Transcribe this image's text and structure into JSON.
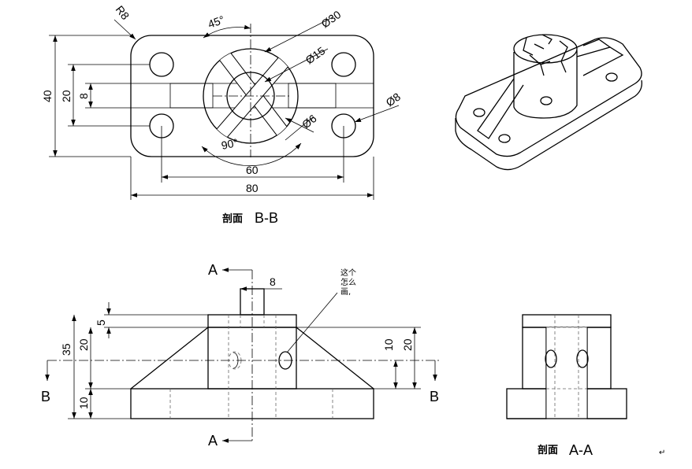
{
  "section_bb": {
    "title_cn": "剖面",
    "title_letters": "B-B",
    "dim_r8": "R8",
    "dim_45": "45°",
    "dim_d30": "Ø30",
    "dim_d15": "Ø15",
    "dim_d8": "Ø8",
    "dim_d6": "Ø6",
    "dim_90": "90°",
    "dim_40": "40",
    "dim_20": "20",
    "dim_8": "8",
    "dim_60": "60",
    "dim_80": "80"
  },
  "front_view": {
    "label_a": "A",
    "label_b": "B",
    "dim_8": "8",
    "dim_5": "5",
    "dim_35": "35",
    "dim_20_left": "20",
    "dim_10_left": "10",
    "dim_10_right": "10",
    "dim_20_right": "20",
    "question": [
      "这个",
      "怎么",
      "画,"
    ]
  },
  "section_aa": {
    "title_cn": "剖面",
    "title_letters": "A-A"
  },
  "para_mark": "↵"
}
